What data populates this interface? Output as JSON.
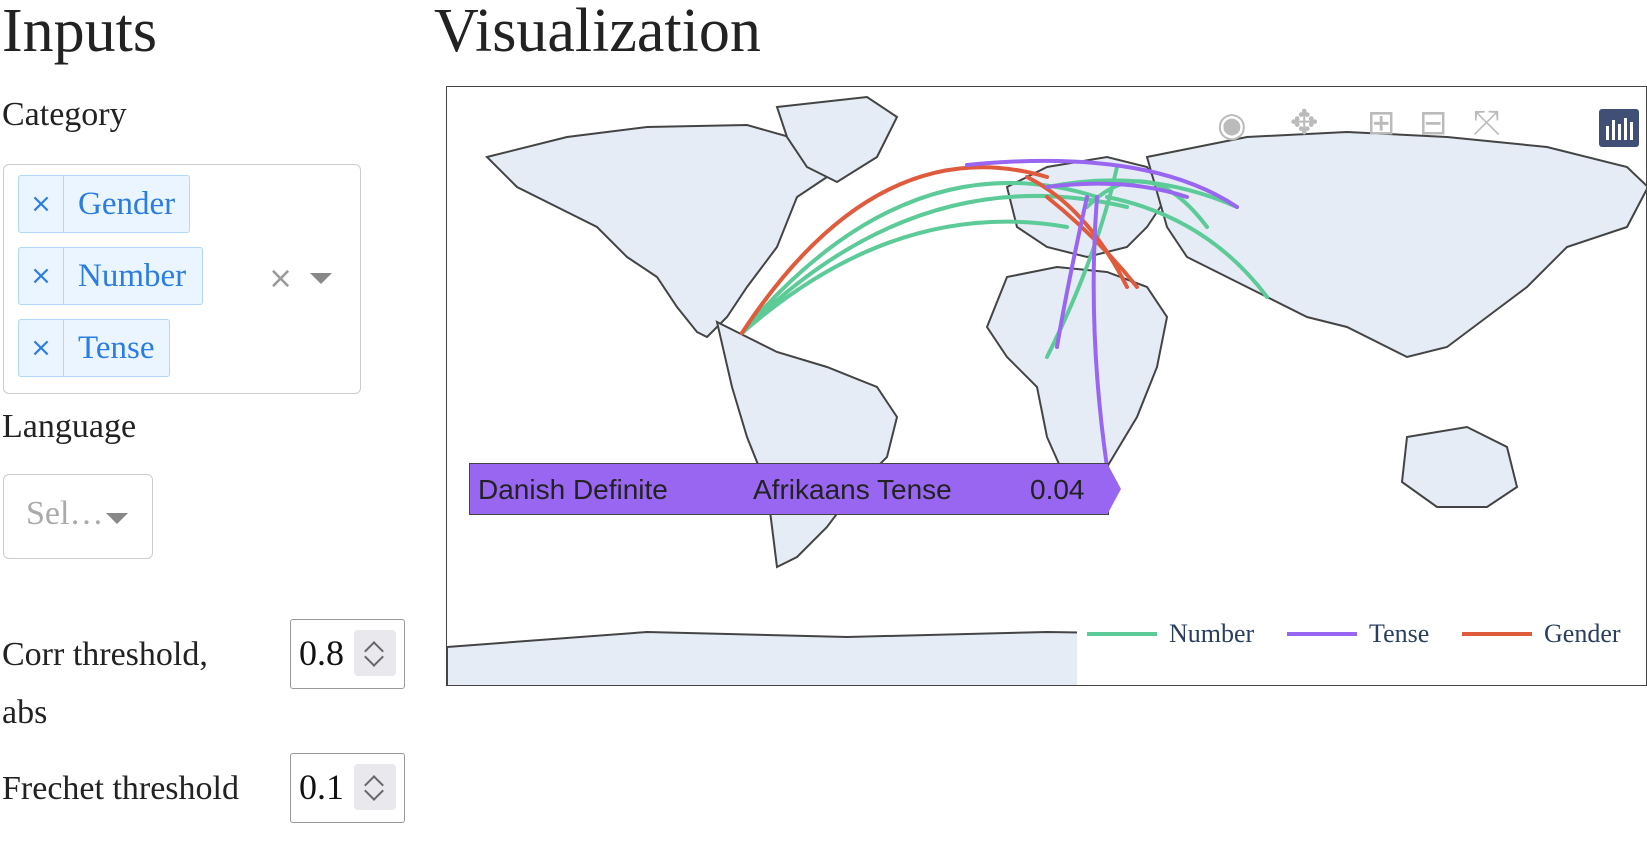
{
  "inputs": {
    "title": "Inputs",
    "category_label": "Category",
    "category_tags": [
      "Gender",
      "Number",
      "Tense"
    ],
    "tag_remove_glyph": "×",
    "clear_glyph": "×",
    "language_label": "Language",
    "language_placeholder": "Sel…",
    "corr_label": "Corr threshold, abs",
    "corr_value": "0.8",
    "frechet_label": "Frechet threshold",
    "frechet_value": "0.1"
  },
  "visualization": {
    "title": "Visualization",
    "tooltip": {
      "from": "Danish Definite",
      "to": "Afrikaans Tense",
      "value": "0.04"
    },
    "legend": [
      {
        "name": "Number",
        "color": "#5ccb98"
      },
      {
        "name": "Tense",
        "color": "#9966f2"
      },
      {
        "name": "Gender",
        "color": "#e05a3c"
      }
    ],
    "modebar_icons": [
      "camera-icon",
      "pan-icon",
      "zoom-in-icon",
      "zoom-out-icon",
      "autoscale-icon",
      "plotly-logo-icon"
    ],
    "map_land_color": "#e5ecf6",
    "map_outline_color": "#444444"
  }
}
